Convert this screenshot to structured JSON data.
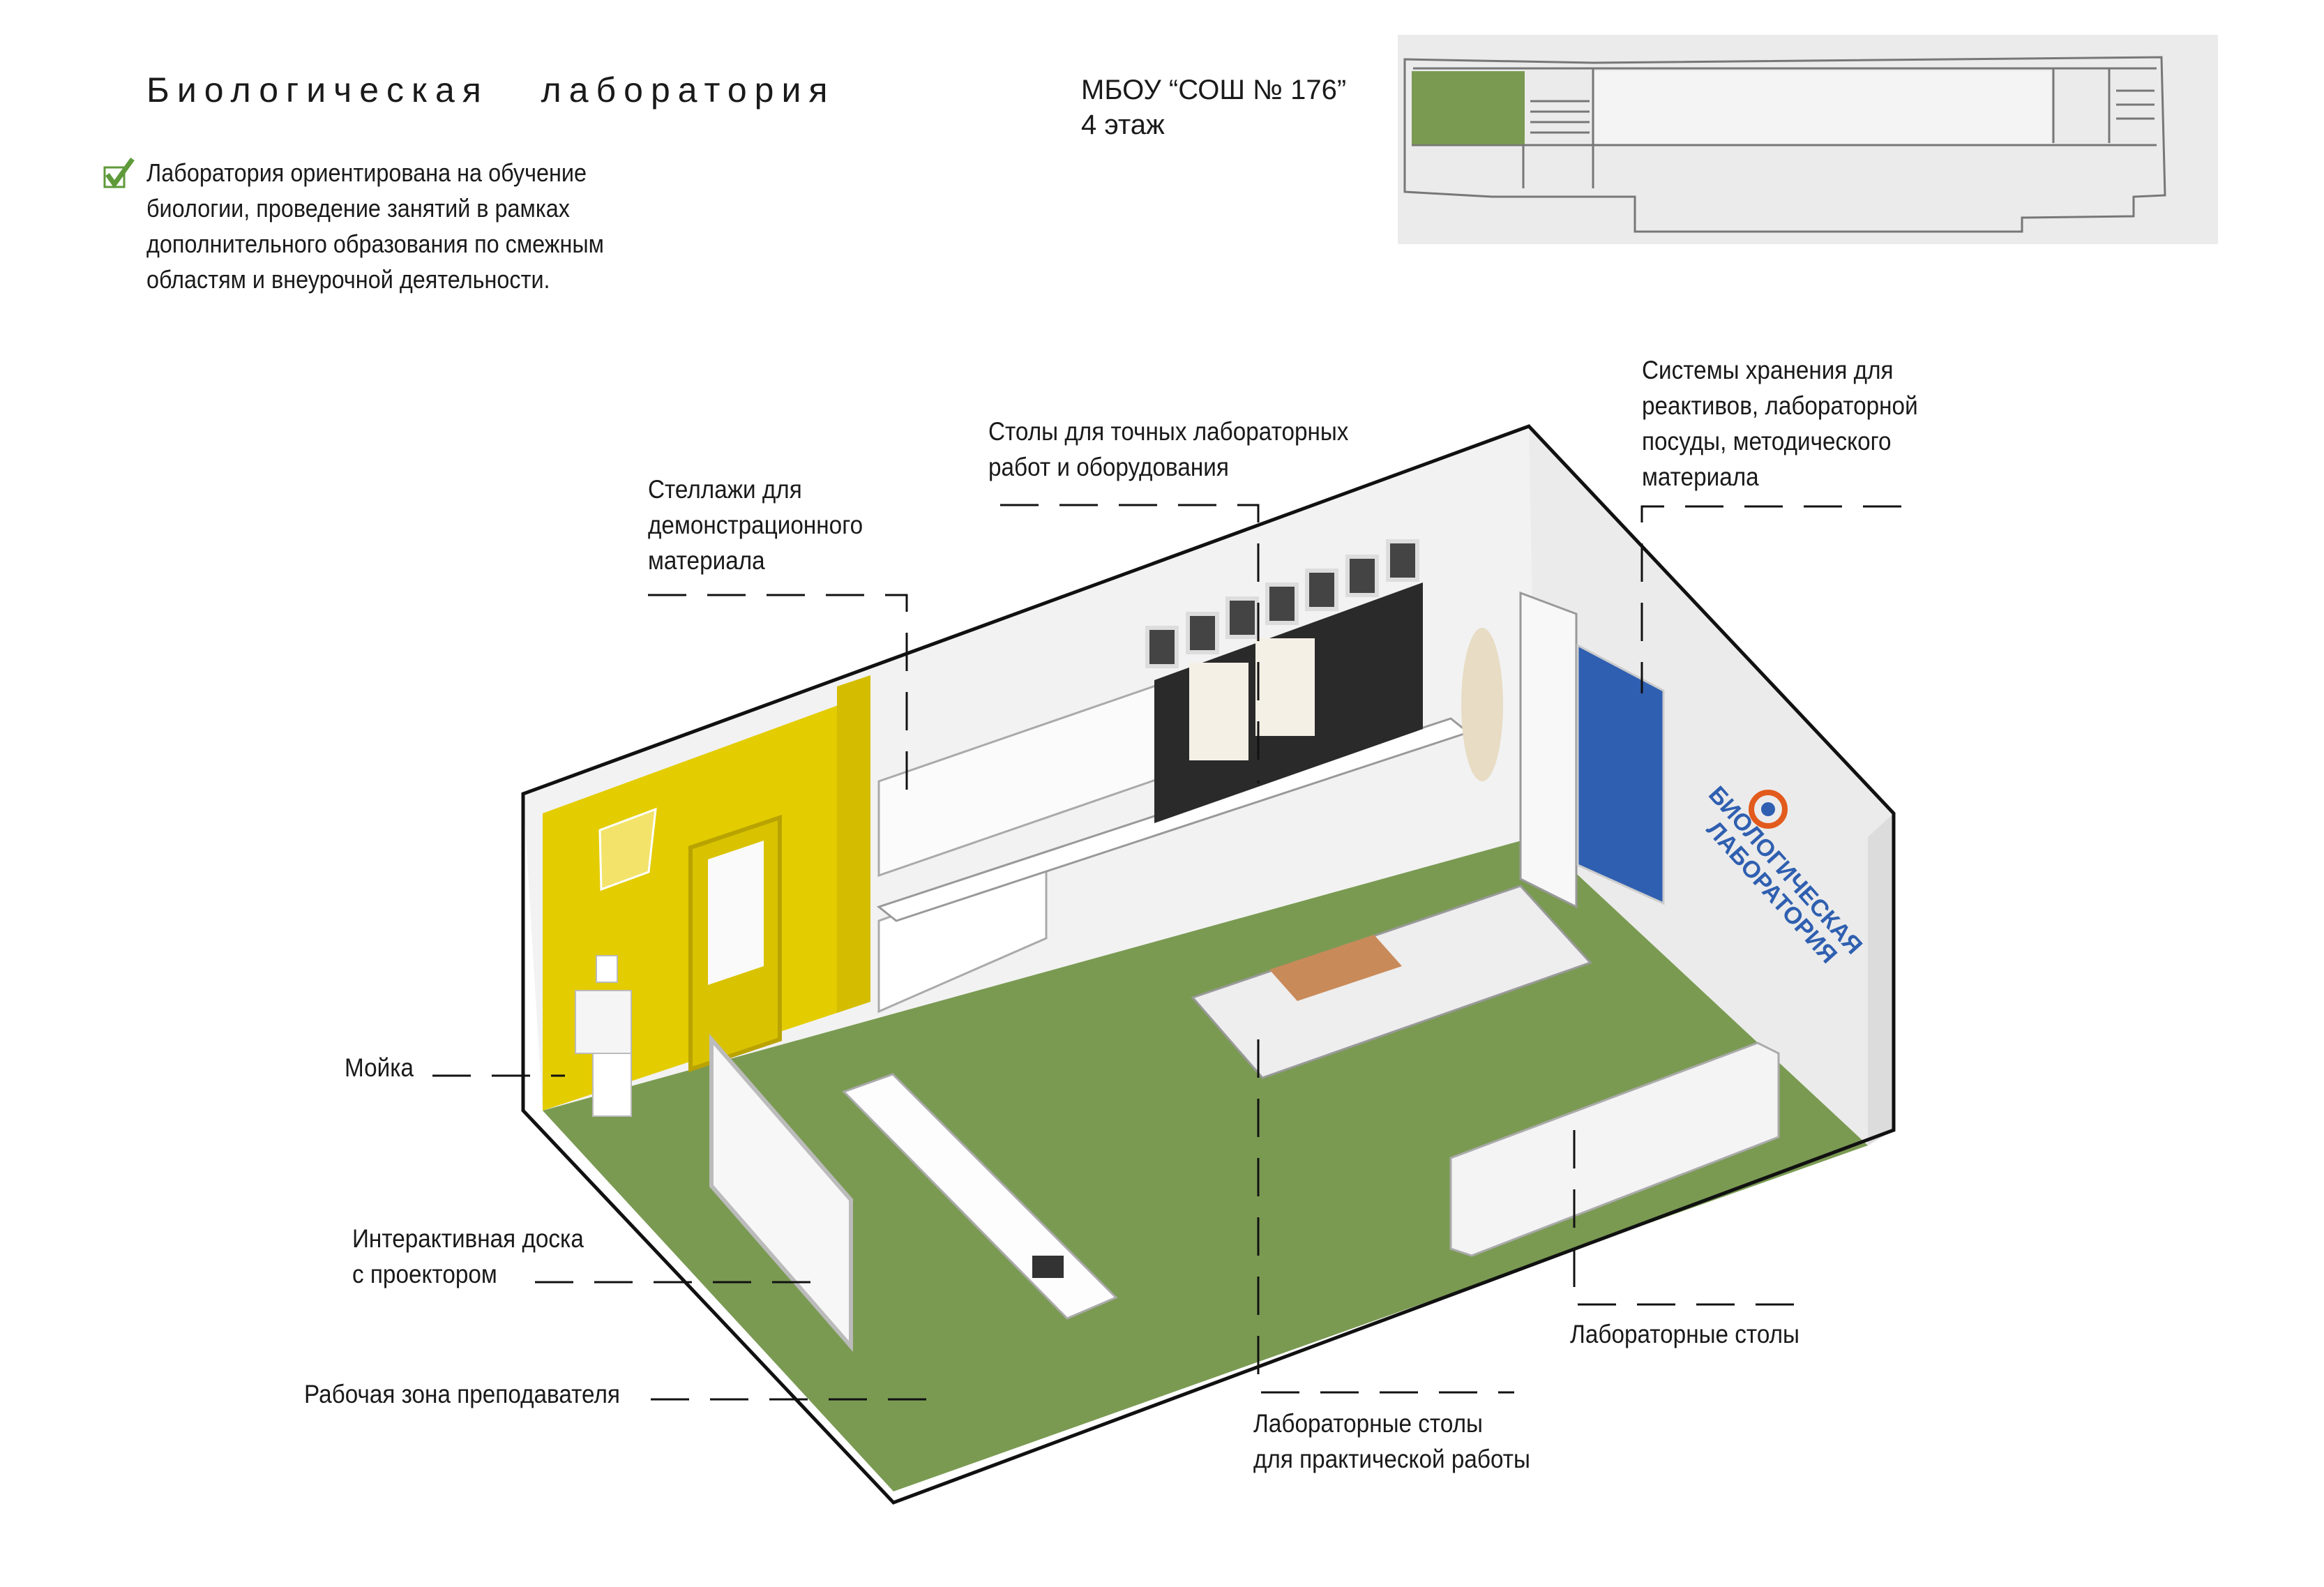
{
  "header": {
    "title": "Биологическая   лаборатория",
    "school": "МБОУ “СОШ № 176”",
    "floor": "4 этаж"
  },
  "description": {
    "icon": "checkmark-icon",
    "lines": [
      "Лаборатория ориентирована на обучение",
      "биологии, проведение занятий в рамках",
      "дополнительного образования по смежным",
      "областям и внеурочной деятельности."
    ]
  },
  "callouts": {
    "shelves": [
      "Стеллажи для",
      "демонстрационного",
      "материала"
    ],
    "precision_tables": [
      "Столы для точных лабораторных",
      "работ и оборудования"
    ],
    "storage": [
      "Системы хранения для",
      "реактивов, лабораторной",
      "посуды, методического",
      "материала"
    ],
    "sink": [
      "Мойка"
    ],
    "board": [
      "Интерактивная доска",
      "с проектором"
    ],
    "teacher": [
      "Рабочая зона преподавателя"
    ],
    "practical_tables": [
      "Лабораторные столы",
      "для практической работы"
    ],
    "lab_tables": [
      "Лабораторные столы"
    ]
  },
  "wall_logo": {
    "lines": [
      "БИОЛОГИЧЕСКАЯ",
      "ЛАБОРАТОРИЯ"
    ]
  },
  "colors": {
    "floor": "#7a9a52",
    "accent_wall": "#e3cc00",
    "logo_blue": "#2f5fb0",
    "check": "#5f9a3a"
  }
}
